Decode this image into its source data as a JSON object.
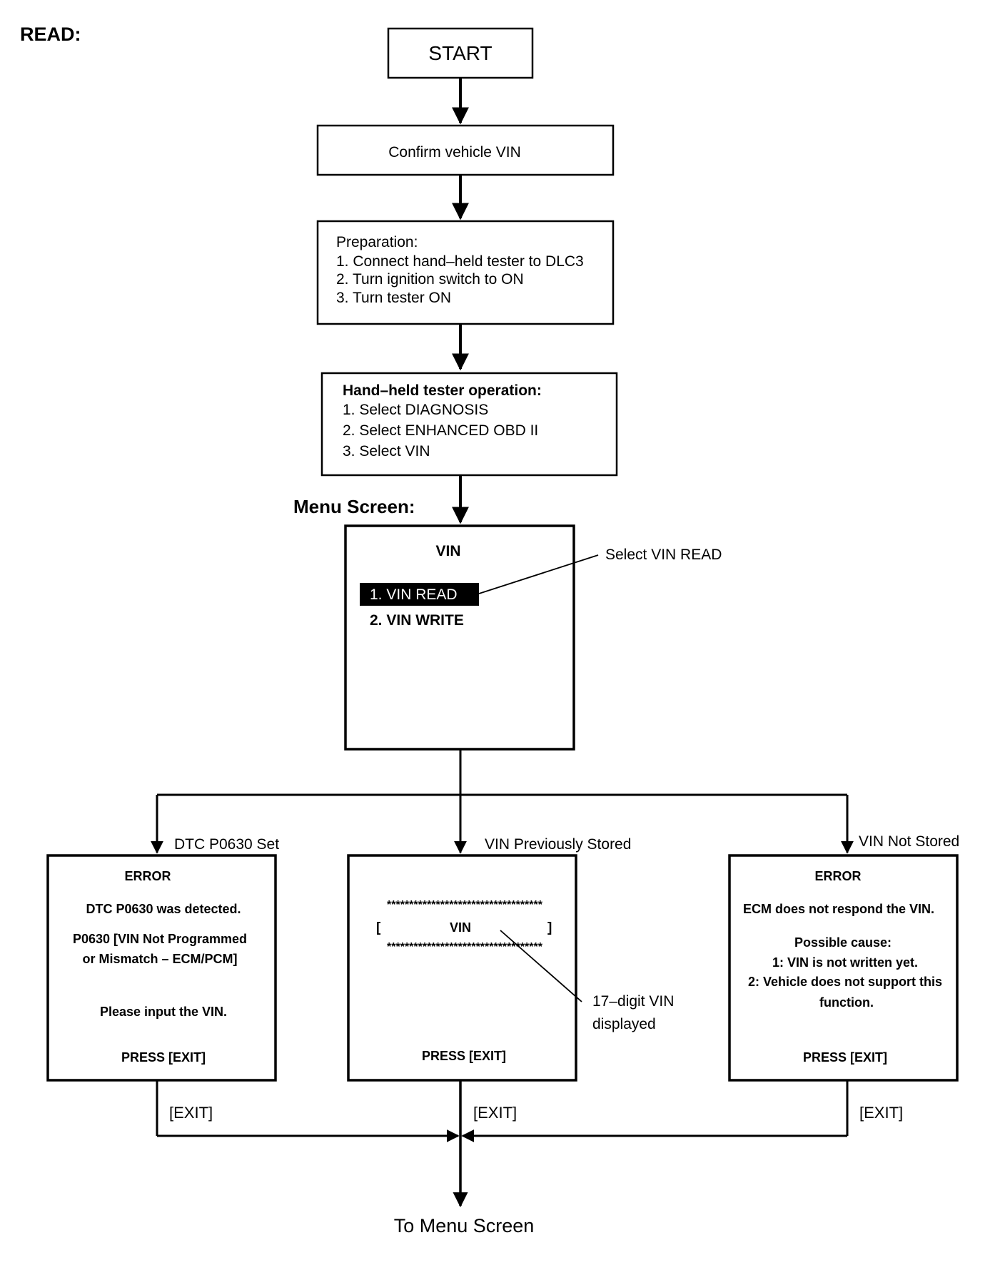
{
  "heading": "READ:",
  "start": "START",
  "confirm": "Confirm vehicle VIN",
  "preparation": {
    "title": "Preparation:",
    "steps": [
      "1. Connect hand–held tester to DLC3",
      "2. Turn ignition switch to ON",
      "3. Turn tester ON"
    ]
  },
  "operation": {
    "title": "Hand–held tester operation:",
    "steps": [
      "1. Select DIAGNOSIS",
      "2. Select ENHANCED OBD II",
      "3. Select VIN"
    ]
  },
  "menu_screen_label": "Menu Screen:",
  "menu": {
    "title": "VIN",
    "item1": "1. VIN READ",
    "item2": "2. VIN WRITE",
    "callout": "Select VIN READ"
  },
  "branches": {
    "left_label": "DTC P0630 Set",
    "center_label": "VIN Previously Stored",
    "right_label": "VIN Not Stored"
  },
  "left_box": {
    "title": "ERROR",
    "line1": "DTC P0630 was detected.",
    "line2": "P0630  [VIN Not Programmed",
    "line3": "or Mismatch – ECM/PCM]",
    "line4": "Please input the VIN.",
    "press": "PRESS [EXIT]"
  },
  "center_box": {
    "stars": "***********************************",
    "bracket_left": "[",
    "vin": "VIN",
    "bracket_right": "]",
    "press": "PRESS [EXIT]",
    "callout1": "17–digit VIN",
    "callout2": "displayed"
  },
  "right_box": {
    "title": "ERROR",
    "line1": "ECM does not respond the VIN.",
    "line2": "Possible cause:",
    "line3": "1: VIN is not written yet.",
    "line4": "2: Vehicle does not support this",
    "line5": "function.",
    "press": "PRESS [EXIT]"
  },
  "exit_label": "[EXIT]",
  "footer": "To Menu Screen"
}
